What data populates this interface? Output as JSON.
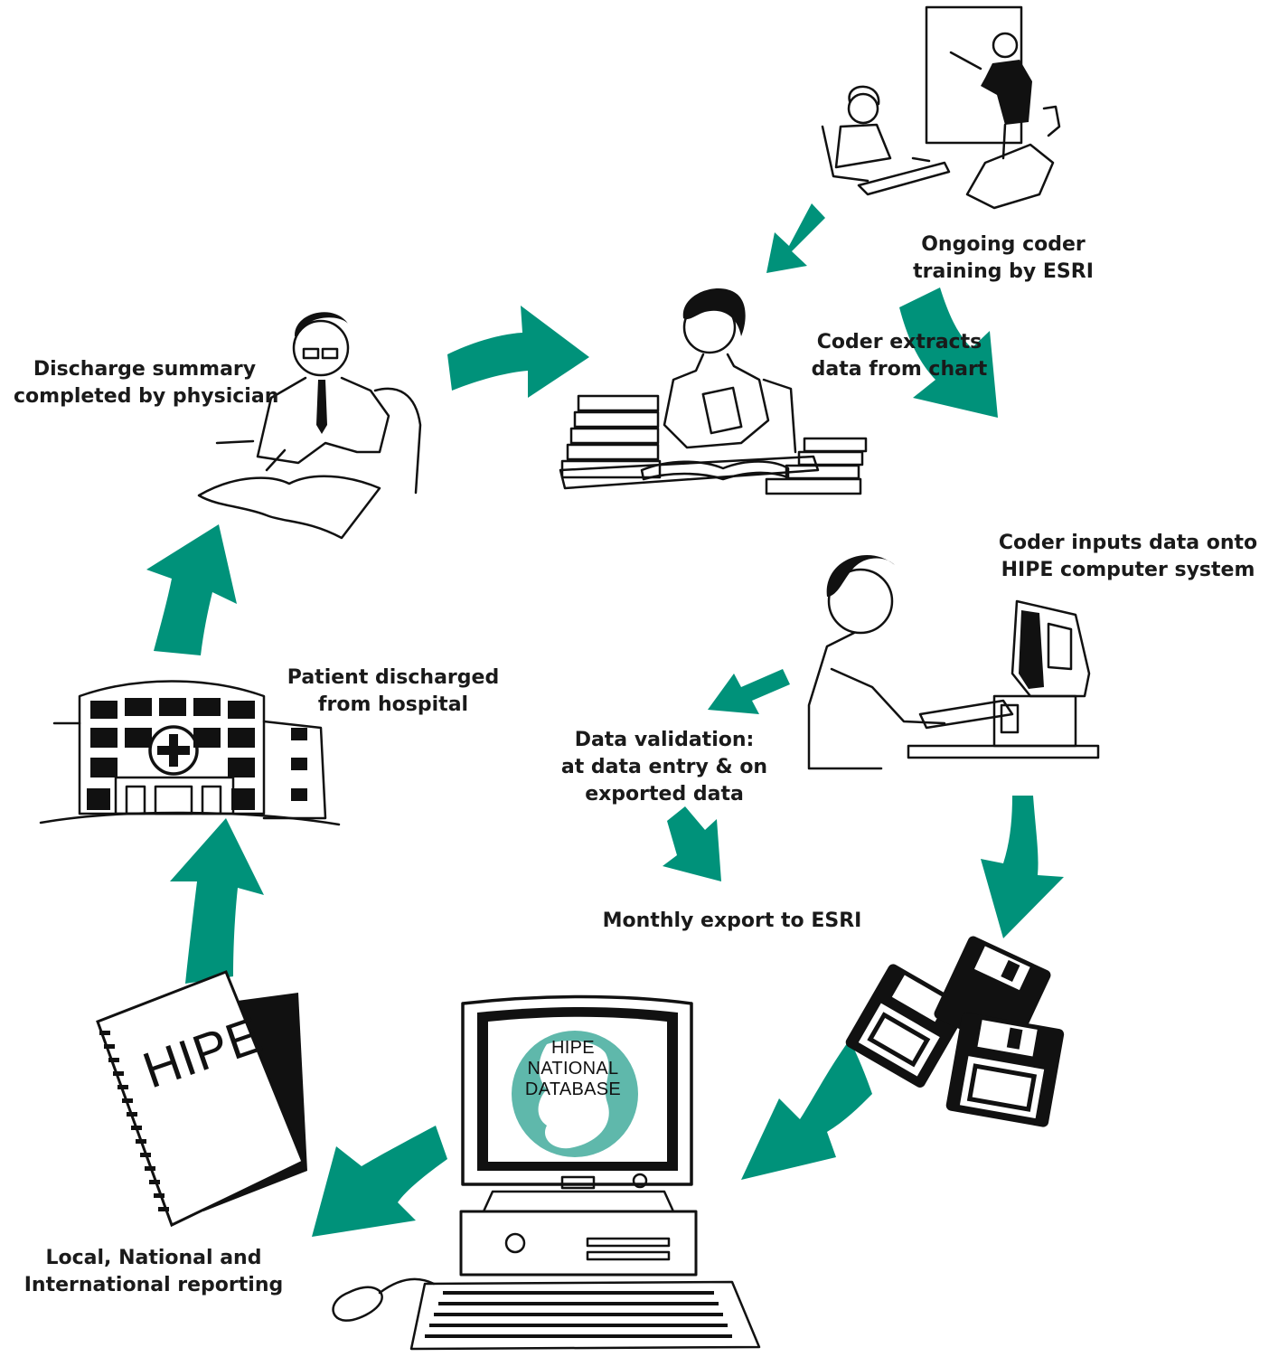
{
  "colors": {
    "arrow": "#00927a",
    "globe": "#5fb8ab",
    "ink": "#111111"
  },
  "labels": {
    "training": [
      "Ongoing coder",
      "training by ESRI"
    ],
    "extract": [
      "Coder extracts",
      "data from chart"
    ],
    "discharge_summary": [
      "Discharge summary",
      "completed by physician"
    ],
    "inputs": [
      "Coder inputs data onto",
      "HIPE computer system"
    ],
    "patient": [
      "Patient discharged",
      "from hospital"
    ],
    "validation": [
      "Data validation:",
      "at data entry & on",
      "exported data"
    ],
    "monthly": "Monthly export to ESRI",
    "reporting": [
      "Local, National and",
      "International reporting"
    ]
  },
  "screen": [
    "HIPE",
    "NATIONAL",
    "DATABASE"
  ],
  "book_title": "HIPE",
  "icons": [
    "training-scene-icon",
    "coder-desk-icon",
    "physician-icon",
    "computer-coder-icon",
    "hospital-icon",
    "floppy-disks-icon",
    "national-database-computer-icon",
    "hipe-report-book-icon"
  ]
}
